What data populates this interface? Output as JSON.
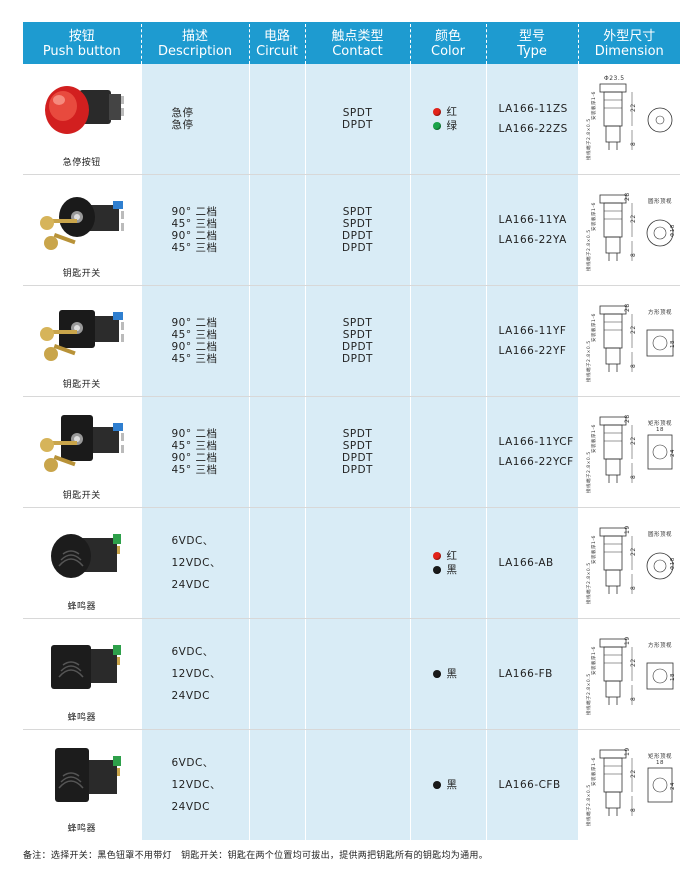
{
  "headers": [
    {
      "zh": "按钮",
      "en": "Push button"
    },
    {
      "zh": "描述",
      "en": "Description"
    },
    {
      "zh": "电路",
      "en": "Circuit"
    },
    {
      "zh": "触点类型",
      "en": "Contact"
    },
    {
      "zh": "颜色",
      "en": "Color"
    },
    {
      "zh": "型号",
      "en": "Type"
    },
    {
      "zh": "外型尺寸",
      "en": "Dimension"
    }
  ],
  "rows": [
    {
      "name": "急停按钮",
      "desc": [
        "急停",
        "急停"
      ],
      "contact": [
        "SPDT",
        "DPDT"
      ],
      "colors": [
        {
          "label": "红",
          "hex": "#e2231a"
        },
        {
          "label": "绿",
          "hex": "#1aa34a"
        }
      ],
      "types": [
        "LA166-11ZS",
        "LA166-22ZS"
      ],
      "dim": {
        "d1": "Φ23.5",
        "d2": "22",
        "d3": "8",
        "side": "接线端子2.8×0.5",
        "side2": "安装板厚1-6",
        "view": ""
      }
    },
    {
      "name": "钥匙开关",
      "desc": [
        "90° 二档",
        "45° 三档",
        "90° 二档",
        "45° 三档"
      ],
      "contact": [
        "SPDT",
        "SPDT",
        "DPDT",
        "DPDT"
      ],
      "colors": [],
      "types": [
        "LA166-11YA",
        "LA166-22YA"
      ],
      "dim": {
        "d1": "28",
        "d2": "22",
        "d3": "8",
        "side": "接线端子2.8×0.5",
        "side2": "安装板厚1-6",
        "view": "圆形顶视",
        "vd": "Φ18"
      }
    },
    {
      "name": "钥匙开关",
      "desc": [
        "90° 二档",
        "45° 三档",
        "90° 二档",
        "45° 三档"
      ],
      "contact": [
        "SPDT",
        "SPDT",
        "DPDT",
        "DPDT"
      ],
      "colors": [],
      "types": [
        "LA166-11YF",
        "LA166-22YF"
      ],
      "dim": {
        "d1": "28",
        "d2": "22",
        "d3": "8",
        "side": "接线端子2.8×0.5",
        "side2": "安装板厚1-6",
        "view": "方形顶视",
        "vd": "18"
      }
    },
    {
      "name": "钥匙开关",
      "desc": [
        "90° 二档",
        "45° 三档",
        "90° 二档",
        "45° 三档"
      ],
      "contact": [
        "SPDT",
        "SPDT",
        "DPDT",
        "DPDT"
      ],
      "colors": [],
      "types": [
        "LA166-11YCF",
        "LA166-22YCF"
      ],
      "dim": {
        "d1": "28",
        "d2": "22",
        "d3": "8",
        "side": "接线端子2.8×0.5",
        "side2": "安装板厚1-6",
        "view": "矩形顶视",
        "vd": "18",
        "vd2": "24"
      }
    },
    {
      "name": "蜂鸣器",
      "desc": [
        "6VDC、",
        "12VDC、",
        "24VDC"
      ],
      "contact": [],
      "colors": [
        {
          "label": "红",
          "hex": "#e2231a"
        },
        {
          "label": "黑",
          "hex": "#1a1a1a"
        }
      ],
      "types": [
        "LA166-AB"
      ],
      "dim": {
        "d1": "19",
        "d2": "22",
        "d3": "8",
        "side": "接线端子2.8×0.5",
        "side2": "安装板厚1-6",
        "view": "圆形顶视",
        "vd": "Φ18"
      }
    },
    {
      "name": "蜂鸣器",
      "desc": [
        "6VDC、",
        "12VDC、",
        "24VDC"
      ],
      "contact": [],
      "colors": [
        {
          "label": "黑",
          "hex": "#1a1a1a"
        }
      ],
      "types": [
        "LA166-FB"
      ],
      "dim": {
        "d1": "19",
        "d2": "22",
        "d3": "8",
        "side": "接线端子2.8×0.5",
        "side2": "安装板厚1-6",
        "view": "方形顶视",
        "vd": "18"
      }
    },
    {
      "name": "蜂鸣器",
      "desc": [
        "6VDC、",
        "12VDC、",
        "24VDC"
      ],
      "contact": [],
      "colors": [
        {
          "label": "黑",
          "hex": "#1a1a1a"
        }
      ],
      "types": [
        "LA166-CFB"
      ],
      "dim": {
        "d1": "19",
        "d2": "22",
        "d3": "8",
        "side": "接线端子2.8×0.5",
        "side2": "安装板厚1-6",
        "view": "矩形顶视",
        "vd": "18",
        "vd2": "24"
      }
    }
  ],
  "note": "备注：选择开关：黑色钮罩不用带灯　钥匙开关：钥匙在两个位置均可拔出，提供两把钥匙所有的钥匙均为通用。"
}
